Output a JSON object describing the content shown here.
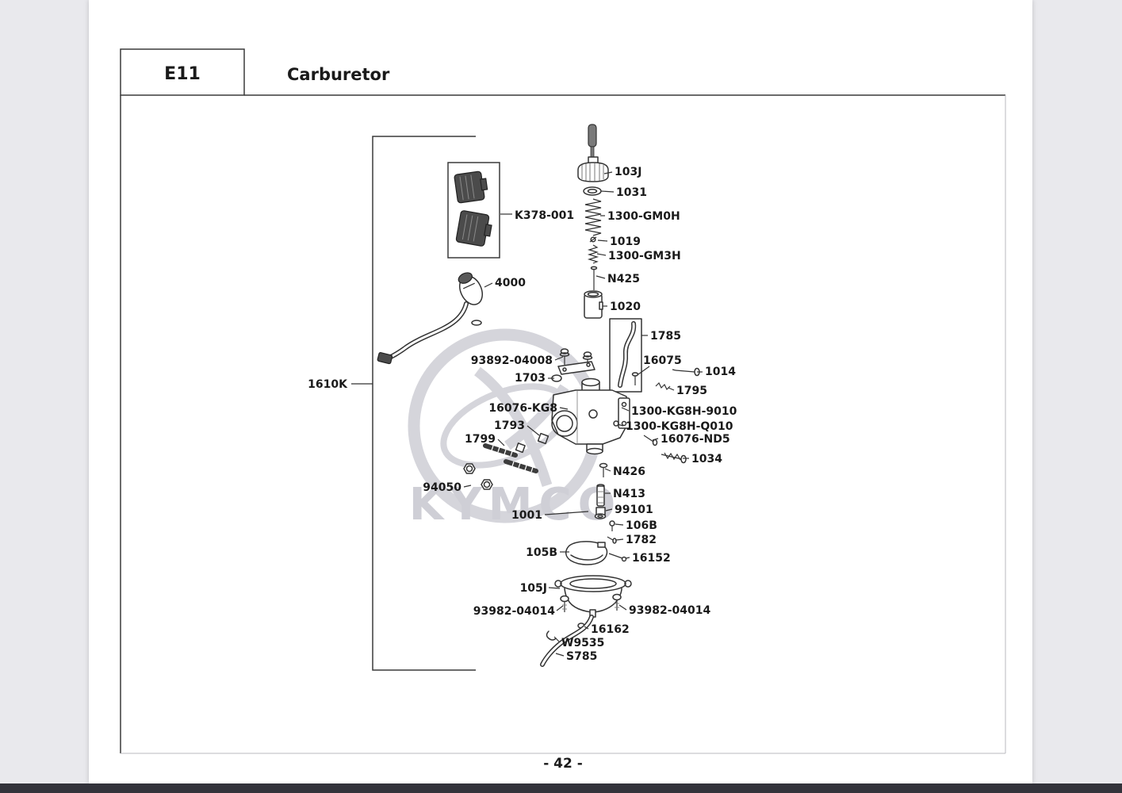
{
  "page": {
    "code": "E11",
    "title": "Carburetor",
    "page_number": "- 42 -"
  },
  "watermark": {
    "text": "KYMCO"
  },
  "labels": {
    "p103J": "103J",
    "p1031": "1031",
    "p1300GM0H": "1300-GM0H",
    "p1019": "1019",
    "p1300GM3H": "1300-GM3H",
    "pN425": "N425",
    "p1020": "1020",
    "p1785": "1785",
    "pK378001": "K378-001",
    "p4000": "4000",
    "p93892_04008": "93892-04008",
    "p16075": "16075",
    "p1014": "1014",
    "p1703": "1703",
    "p1795": "1795",
    "p16076KG8": "16076-KG8",
    "p1300KG8H9010": "1300-KG8H-9010",
    "p1793": "1793",
    "p1300KG8HQ010": "1300-KG8H-Q010",
    "p16076ND5": "16076-ND5",
    "p1799": "1799",
    "p1034": "1034",
    "pN426": "N426",
    "p94050": "94050",
    "pN413": "N413",
    "p99101": "99101",
    "p1001": "1001",
    "p106B": "106B",
    "p1782": "1782",
    "p105B": "105B",
    "p16152": "16152",
    "p105J": "105J",
    "p93982_04014a": "93982-04014",
    "p93982_04014b": "93982-04014",
    "p16162": "16162",
    "pW9535": "W9535",
    "pS785": "S785",
    "p1610K": "1610K"
  }
}
